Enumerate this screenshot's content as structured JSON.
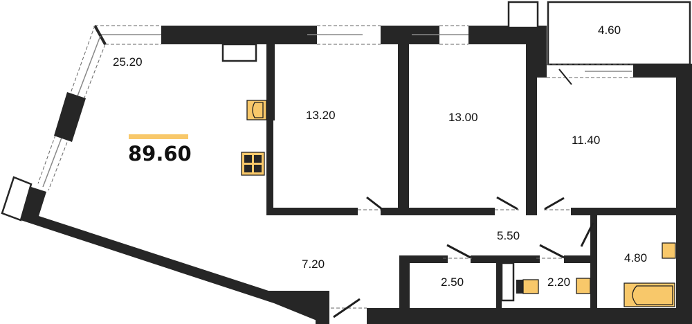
{
  "plan": {
    "total_area": "89.60",
    "accent_color": "#f8c86a",
    "rooms": [
      {
        "id": "living-kitchen",
        "area": "25.20"
      },
      {
        "id": "bedroom-1",
        "area": "13.20"
      },
      {
        "id": "bedroom-2",
        "area": "13.00"
      },
      {
        "id": "bedroom-3",
        "area": "11.40"
      },
      {
        "id": "balcony",
        "area": "4.60"
      },
      {
        "id": "hallway",
        "area": "5.50"
      },
      {
        "id": "entrance-hall",
        "area": "7.20"
      },
      {
        "id": "storage",
        "area": "2.50"
      },
      {
        "id": "toilet",
        "area": "2.20"
      },
      {
        "id": "bathroom",
        "area": "4.80"
      }
    ],
    "fixtures": [
      "sink-icon",
      "stove-icon",
      "toilet-icon",
      "sink-icon",
      "sink-icon",
      "bathtub-icon"
    ]
  }
}
